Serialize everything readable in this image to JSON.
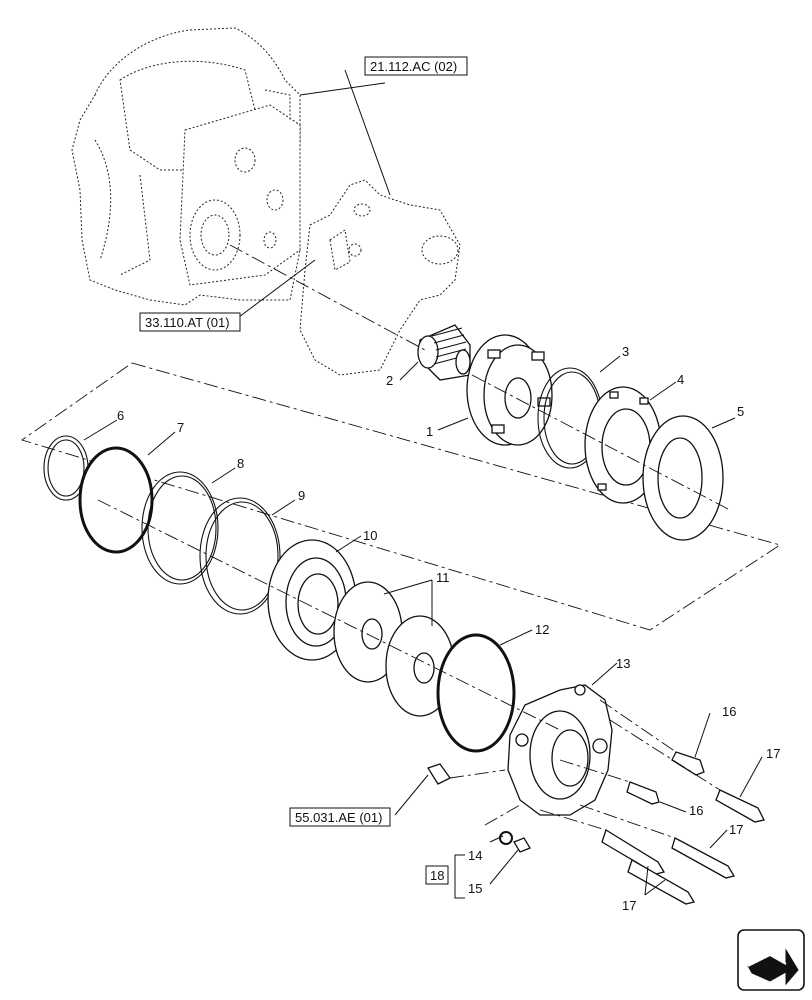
{
  "references": {
    "ref_top": "21.112.AC (02)",
    "ref_left": "33.110.AT (01)",
    "ref_bottom": "55.031.AE (01)"
  },
  "kit_label": "18",
  "labels": {
    "p1": "1",
    "p2": "2",
    "p3": "3",
    "p4": "4",
    "p5": "5",
    "p6": "6",
    "p7": "7",
    "p8": "8",
    "p9": "9",
    "p10": "10",
    "p11": "11",
    "p12": "12",
    "p13": "13",
    "p14": "14",
    "p15": "15",
    "p16a": "16",
    "p16b": "16",
    "p17a": "17",
    "p17b": "17",
    "p17c": "17"
  },
  "icons": {
    "nav": "next-page-arrow-icon"
  }
}
